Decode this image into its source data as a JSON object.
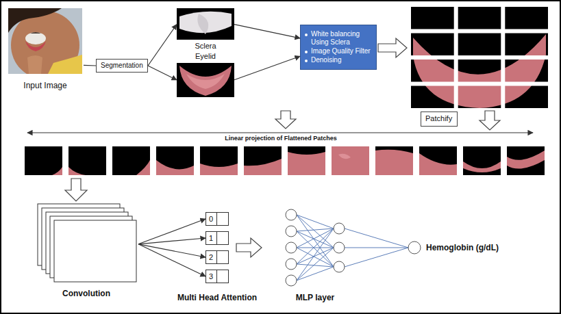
{
  "diagram": {
    "nodes": [
      {
        "text": [
          "Input Image"
        ]
      },
      {
        "text": [
          "Segmentation"
        ]
      },
      {
        "text": [
          "Sclera"
        ]
      },
      {
        "text": [
          "Eyelid"
        ]
      },
      {
        "text": [
          "White balancing Using Sclera",
          "Image Quality Filter",
          "Denoising"
        ]
      },
      {
        "text": [
          "Patchify"
        ]
      },
      {
        "text": [
          "Convolution"
        ]
      },
      {
        "text": [
          "0"
        ]
      },
      {
        "text": [
          "1"
        ]
      },
      {
        "text": [
          "2"
        ]
      },
      {
        "text": [
          "3"
        ]
      }
    ],
    "edges": [
      {
        "from": 0,
        "to": 1,
        "arrow": "none"
      },
      {
        "from": 1,
        "to": 2,
        "arrow": "to"
      },
      {
        "from": 1,
        "to": 3,
        "arrow": "to"
      },
      {
        "from": 2,
        "to": 4,
        "arrow": "to"
      },
      {
        "from": 3,
        "to": 4,
        "arrow": "to"
      },
      {
        "from": 6,
        "to": 7,
        "arrow": "to"
      },
      {
        "from": 6,
        "to": 8,
        "arrow": "to"
      },
      {
        "from": 6,
        "to": 9,
        "arrow": "to"
      },
      {
        "from": 6,
        "to": 10,
        "arrow": "to"
      }
    ],
    "labels": [
      "Linear projection of Flattened Patches",
      "Multi Head Attention",
      "MLP layer",
      "Hemoglobin (g/dL)"
    ]
  }
}
